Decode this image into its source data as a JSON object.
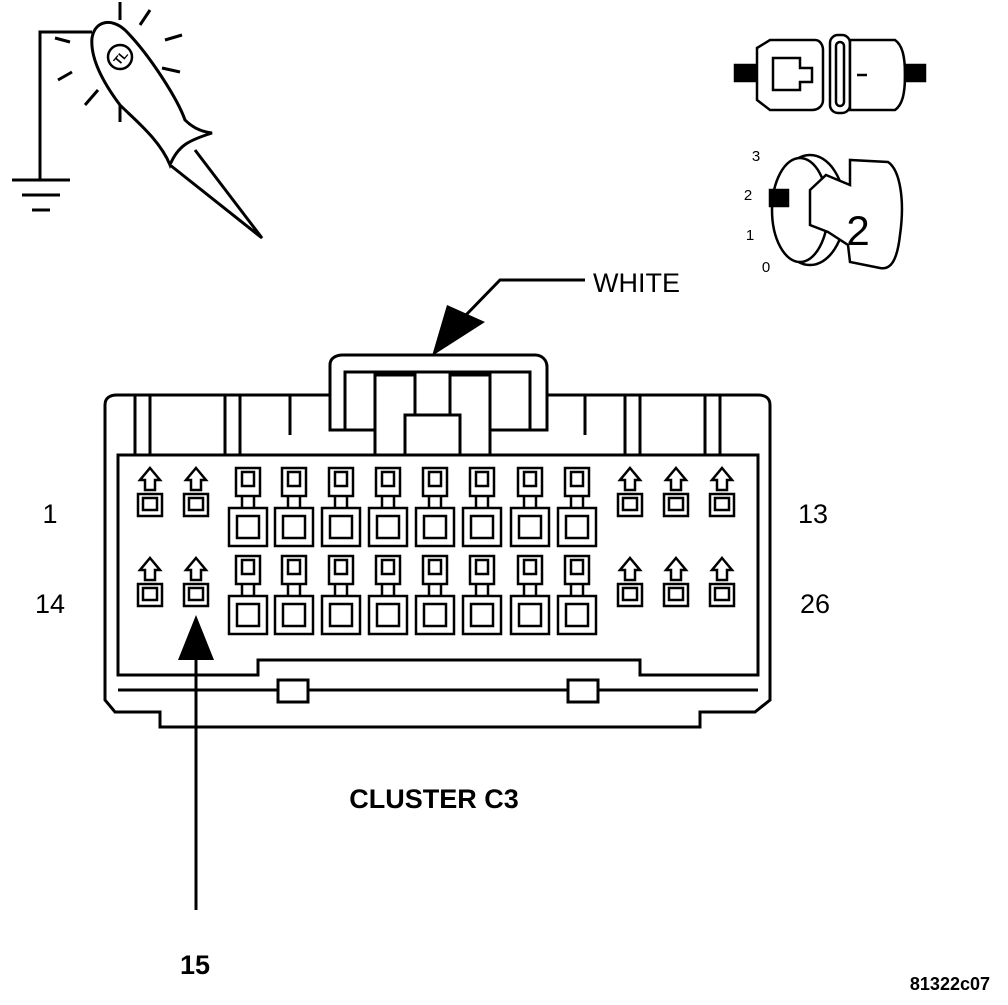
{
  "labels": {
    "color": "WHITE",
    "title": "CLUSTER C3",
    "pin_top_left": "1",
    "pin_top_right": "13",
    "pin_bottom_left": "14",
    "pin_bottom_right": "26",
    "pin_callout": "15",
    "figure_code": "81322c07"
  },
  "test_light": {
    "badge": "TL"
  },
  "ignition": {
    "positions": [
      "3",
      "2",
      "1",
      "0"
    ],
    "key_label": "2"
  },
  "connector": {
    "upper_row_pins": 13,
    "lower_row_pins": 13
  }
}
